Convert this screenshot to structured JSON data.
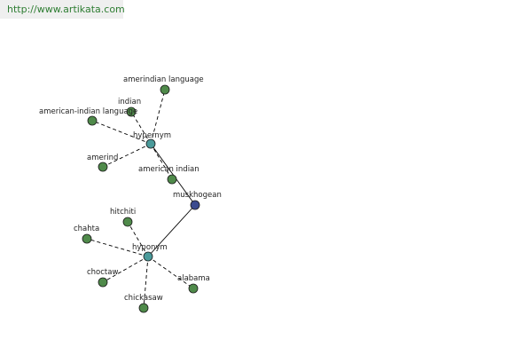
{
  "header": {
    "url": "http://www.artikata.com"
  },
  "colors": {
    "leaf": "#4f8a4a",
    "relation": "#4a9a9a",
    "root": "#3b4b8f",
    "edge": "#000000"
  },
  "graph": {
    "nodes": [
      {
        "id": "muskhogean",
        "label": "muskhogean",
        "kind": "root"
      },
      {
        "id": "hypernym",
        "label": "hypernym",
        "kind": "relation"
      },
      {
        "id": "hyponym",
        "label": "hyponym",
        "kind": "relation"
      },
      {
        "id": "amerindian-language",
        "label": "amerindian language",
        "kind": "leaf"
      },
      {
        "id": "indian",
        "label": "indian",
        "kind": "leaf"
      },
      {
        "id": "american-indian-language",
        "label": "american-indian language",
        "kind": "leaf"
      },
      {
        "id": "amerind",
        "label": "amerind",
        "kind": "leaf"
      },
      {
        "id": "american-indian",
        "label": "american indian",
        "kind": "leaf"
      },
      {
        "id": "hitchiti",
        "label": "hitchiti",
        "kind": "leaf"
      },
      {
        "id": "chahta",
        "label": "chahta",
        "kind": "leaf"
      },
      {
        "id": "choctaw",
        "label": "choctaw",
        "kind": "leaf"
      },
      {
        "id": "chickasaw",
        "label": "chickasaw",
        "kind": "leaf"
      },
      {
        "id": "alabama",
        "label": "alabama",
        "kind": "leaf"
      }
    ],
    "edges": [
      {
        "from": "muskhogean",
        "to": "hypernym",
        "style": "solid"
      },
      {
        "from": "muskhogean",
        "to": "hyponym",
        "style": "solid"
      },
      {
        "from": "hypernym",
        "to": "amerindian-language",
        "style": "dashed"
      },
      {
        "from": "hypernym",
        "to": "indian",
        "style": "dashed"
      },
      {
        "from": "hypernym",
        "to": "american-indian-language",
        "style": "dashed"
      },
      {
        "from": "hypernym",
        "to": "amerind",
        "style": "dashed"
      },
      {
        "from": "hypernym",
        "to": "american-indian",
        "style": "dashed"
      },
      {
        "from": "hyponym",
        "to": "hitchiti",
        "style": "dashed"
      },
      {
        "from": "hyponym",
        "to": "chahta",
        "style": "dashed"
      },
      {
        "from": "hyponym",
        "to": "choctaw",
        "style": "dashed"
      },
      {
        "from": "hyponym",
        "to": "chickasaw",
        "style": "dashed"
      },
      {
        "from": "hyponym",
        "to": "alabama",
        "style": "dashed"
      }
    ]
  }
}
